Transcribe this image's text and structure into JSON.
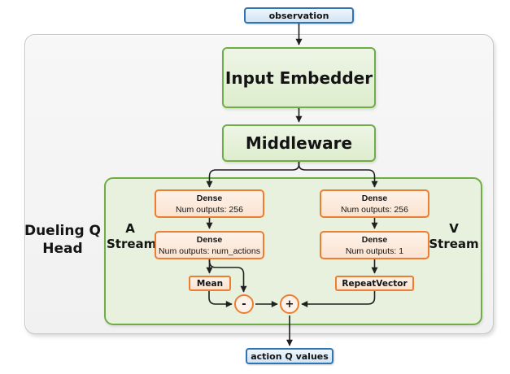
{
  "colors": {
    "green_border": "#70ad47",
    "green_fill": "#eef5e6",
    "orange_border": "#ed7d31",
    "orange_fill": "#fdf2e9",
    "blue_border": "#2e75b6",
    "blue_fill": "#eff6fc",
    "panel_fill": "#f4f4f4",
    "line_color": "#1f1f1f"
  },
  "nodes": {
    "observation": {
      "label": "observation"
    },
    "input_embedder": {
      "label": "Input Embedder"
    },
    "middleware": {
      "label": "Middleware"
    },
    "action_q_values": {
      "label": "action Q values"
    }
  },
  "head": {
    "label": "Dueling Q Head",
    "a_stream": {
      "label": "A Stream",
      "dense1": {
        "title": "Dense",
        "subtitle": "Num outputs: 256"
      },
      "dense2": {
        "title": "Dense",
        "subtitle": "Num outputs: num_actions"
      },
      "aggregate": {
        "label": "Mean"
      },
      "operator": {
        "label": "-"
      }
    },
    "v_stream": {
      "label": "V Stream",
      "dense1": {
        "title": "Dense",
        "subtitle": "Num outputs: 256"
      },
      "dense2": {
        "title": "Dense",
        "subtitle": "Num outputs: 1"
      },
      "aggregate": {
        "label": "RepeatVector"
      },
      "operator": {
        "label": "+"
      }
    }
  }
}
